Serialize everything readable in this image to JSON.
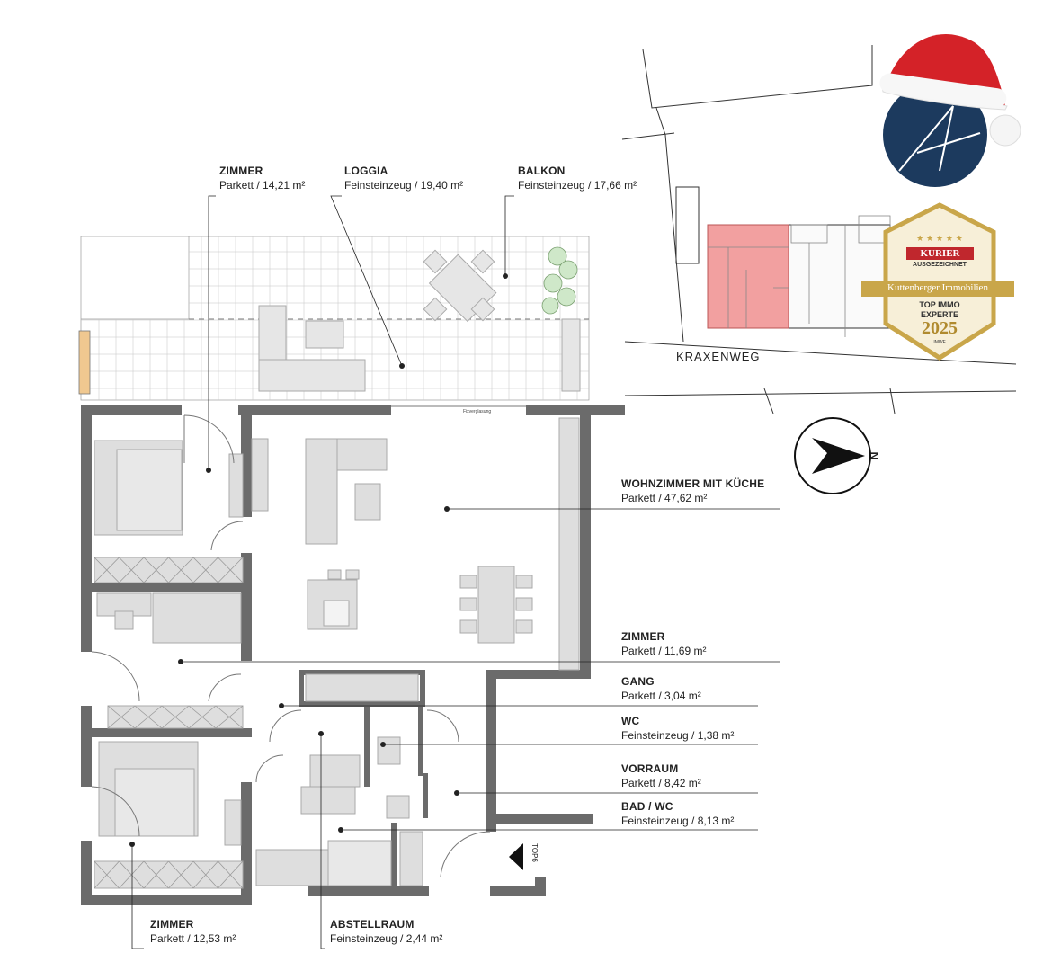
{
  "rooms": [
    {
      "id": "zimmer1",
      "title": "ZIMMER",
      "spec": "Parkett / 14,21 m²"
    },
    {
      "id": "loggia",
      "title": "LOGGIA",
      "spec": "Feinsteinzeug / 19,40 m²"
    },
    {
      "id": "balkon",
      "title": "BALKON",
      "spec": "Feinsteinzeug / 17,66 m²"
    },
    {
      "id": "wohnzimmer",
      "title": "WOHNZIMMER MIT KÜCHE",
      "spec": "Parkett / 47,62 m²"
    },
    {
      "id": "zimmer2",
      "title": "ZIMMER",
      "spec": "Parkett / 11,69 m²"
    },
    {
      "id": "gang",
      "title": "GANG",
      "spec": "Parkett / 3,04 m²"
    },
    {
      "id": "wc",
      "title": "WC",
      "spec": "Feinsteinzeug / 1,38 m²"
    },
    {
      "id": "vorraum",
      "title": "VORRAUM",
      "spec": "Parkett / 8,42 m²"
    },
    {
      "id": "bad",
      "title": "BAD / WC",
      "spec": "Feinsteinzeug / 8,13 m²"
    },
    {
      "id": "zimmer3",
      "title": "ZIMMER",
      "spec": "Parkett / 12,53 m²"
    },
    {
      "id": "abstellraum",
      "title": "ABSTELLRAUM",
      "spec": "Feinsteinzeug / 2,44 m²"
    }
  ],
  "site": {
    "street": "KRAXENWEG",
    "north": "N",
    "unit": "TOP6",
    "glazing": "Fixverglasung"
  },
  "badge": {
    "line1": "KURIER",
    "line2": "AUSGEZEICHNET",
    "ribbon": "Kuttenberger Immobilien",
    "line3": "TOP IMMO",
    "line4": "EXPERTE",
    "year": "2025",
    "small": "IMWF"
  },
  "colors": {
    "wall": "#6b6b6b",
    "furniture": "#dcdcdc",
    "highlight": "#f2a0a0",
    "logo": "#1c3a5e",
    "hat": "#d42228",
    "gold": "#c9a64a"
  }
}
